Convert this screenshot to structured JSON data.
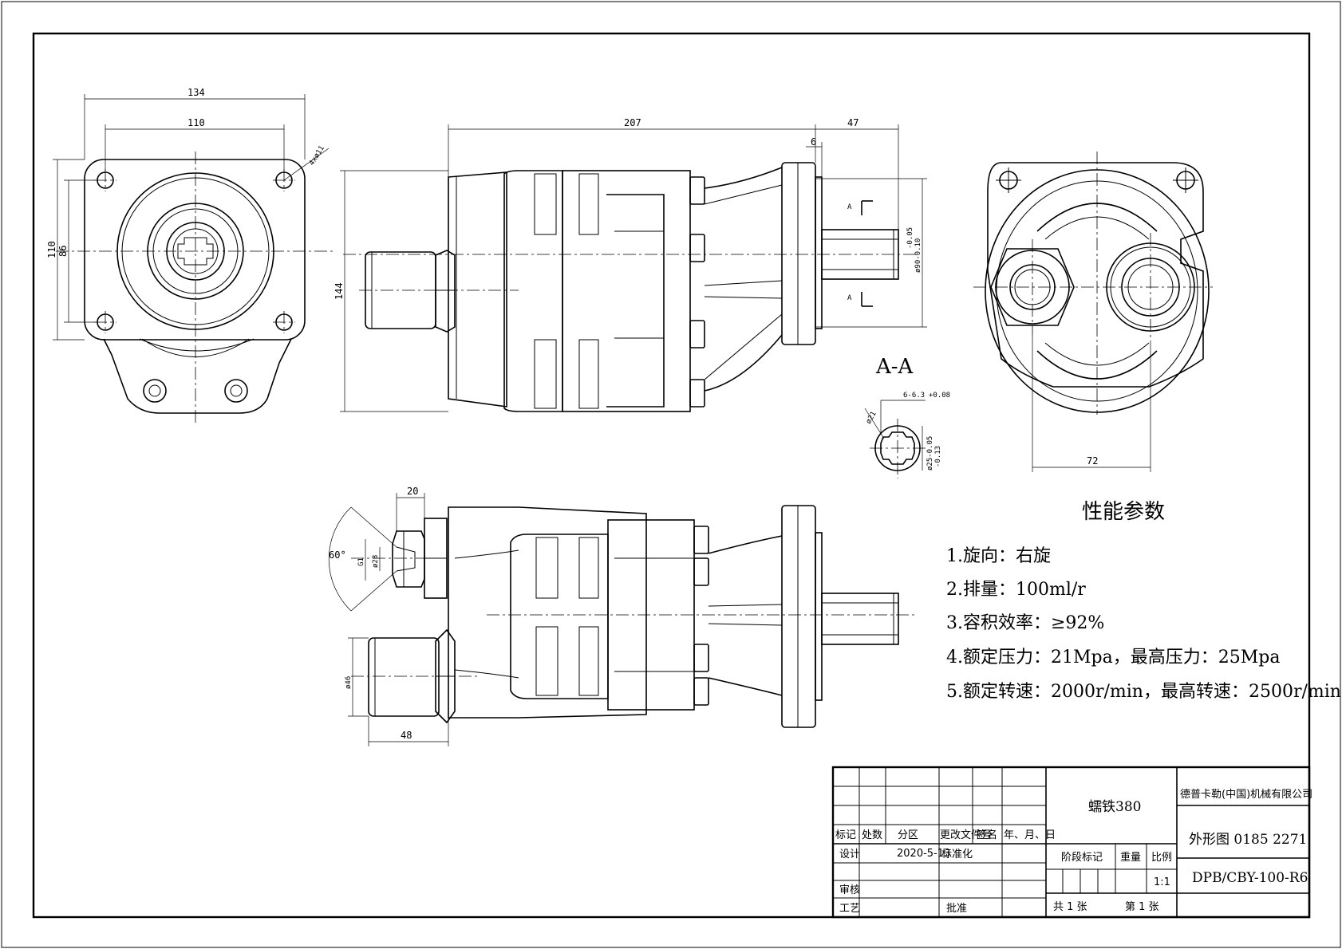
{
  "dimensions": {
    "front_width_outer": "134",
    "front_width_inner": "110",
    "front_height_outer": "110",
    "front_height_inner": "86",
    "bolt_holes": "4xø11",
    "side_length": "207",
    "flange_length": "47",
    "flange_step": "6",
    "side_height": "144",
    "shaft_diameter": "ø90-0.10",
    "shaft_diameter_tol": "-0.05",
    "section_mark": "A",
    "rear_width": "72",
    "port_length": "20",
    "port_angle": "60°",
    "port_thread": "G1",
    "port_bore": "ø28",
    "inlet_diameter": "ø46",
    "inlet_length": "48",
    "spline_spec": "6-6.3",
    "spline_spec_tol": "+0.08",
    "spline_minor": "ø21",
    "spline_major": "ø25-0.05",
    "spline_major_tol": "-0.13"
  },
  "section_label": "A-A",
  "specs": {
    "title": "性能参数",
    "items": [
      "1.旋向：右旋",
      "2.排量：100ml/r",
      "3.容积效率：≥92%",
      "4.额定压力：21Mpa，最高压力：25Mpa",
      "5.额定转速：2000r/min，最高转速：2500r/min"
    ]
  },
  "title_block": {
    "headers": [
      "标记",
      "处数",
      "分区",
      "更改文件号",
      "签名",
      "年、月、日"
    ],
    "design_label": "设计",
    "design_date": "2020-5-13",
    "standardize_label": "标准化",
    "review_label": "审核",
    "process_label": "工艺",
    "approve_label": "批准",
    "part_name": "蠕铁380",
    "stage_label": "阶段标记",
    "weight_label": "重量",
    "scale_label": "比例",
    "scale_value": "1:1",
    "sheet_total": "共 1 张",
    "sheet_index": "第 1 张",
    "company": "德普卡勒(中国)机械有限公司",
    "drawing_type": "外形图 0185 2271",
    "part_number": "DPB/CBY-100-R6"
  }
}
